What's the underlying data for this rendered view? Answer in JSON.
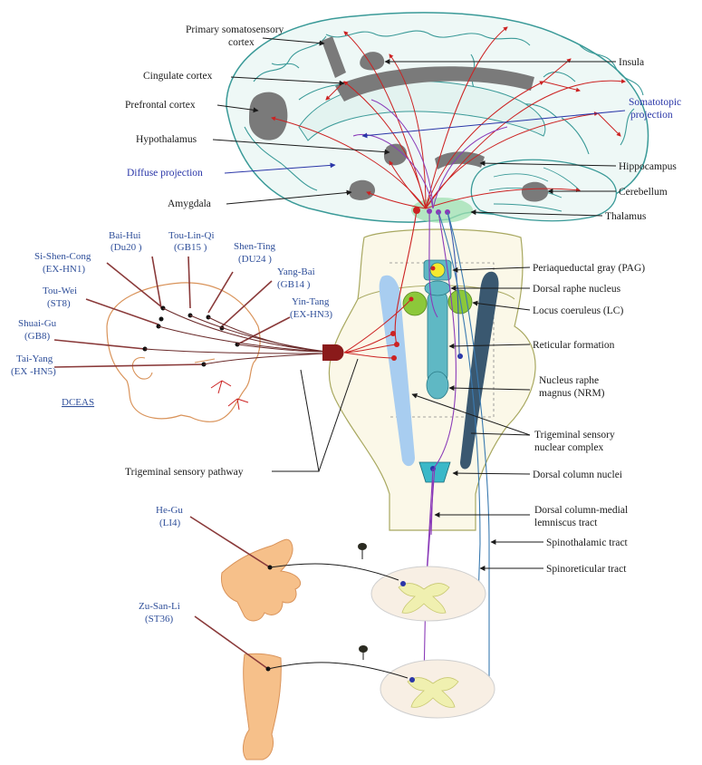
{
  "labels_left": {
    "primary_somatosensory_1": "Primary somatosensory",
    "primary_somatosensory_2": "cortex",
    "cingulate_cortex": "Cingulate cortex",
    "prefrontal_cortex": "Prefrontal cortex",
    "hypothalamus": "Hypothalamus",
    "diffuse_projection": "Diffuse projection",
    "amygdala": "Amygdala",
    "trigeminal_sensory_pathway": "Trigeminal sensory pathway"
  },
  "labels_right": {
    "insula": "Insula",
    "somatotopic_projection_1": "Somatotopic",
    "somatotopic_projection_2": "projection",
    "hippocampus": "Hippocampus",
    "cerebellum": "Cerebellum",
    "thalamus": "Thalamus",
    "pag": "Periaqueductal gray (PAG)",
    "dorsal_raphe": "Dorsal raphe nucleus",
    "locus_coeruleus": "Locus coeruleus (LC)",
    "reticular_formation": "Reticular formation",
    "nrm_1": "Nucleus raphe",
    "nrm_2": "magnus (NRM)",
    "trigeminal_complex_1": "Trigeminal sensory",
    "trigeminal_complex_2": "nuclear complex",
    "dorsal_column_nuclei": "Dorsal column nuclei",
    "dcml_1": "Dorsal column-medial",
    "dcml_2": "lemniscus tract",
    "spinothalamic": "Spinothalamic tract",
    "spinoreticular": "Spinoreticular tract"
  },
  "acupoints": {
    "bai_hui": [
      "Bai-Hui",
      "(Du20 )"
    ],
    "tou_lin_qi": [
      "Tou-Lin-Qi",
      "(GB15 )"
    ],
    "shen_ting": [
      "Shen-Ting",
      "(DU24 )"
    ],
    "si_shen_cong": [
      "Si-Shen-Cong",
      "(EX-HN1)"
    ],
    "yang_bai": [
      "Yang-Bai",
      "(GB14 )"
    ],
    "tou_wei": [
      "Tou-Wei",
      "(ST8)"
    ],
    "yin_tang": [
      "Yin-Tang",
      "(EX-HN3)"
    ],
    "shuai_gu": [
      "Shuai-Gu",
      "(GB8)"
    ],
    "tai_yang": [
      "Tai-Yang",
      "(EX -HN5)"
    ],
    "he_gu": [
      "He-Gu",
      "(LI4)"
    ],
    "zu_san_li": [
      "Zu-San-Li",
      "(ST36)"
    ]
  },
  "dceas": "DCEAS",
  "colors": {
    "brain_outline": "#3a9a98",
    "brain_fill": "#eef8f6",
    "cortex_region": "#7a7a7a",
    "pathway_red": "#cc2222",
    "pathway_purple": "#8a3ab8",
    "pathway_blue": "#3a5ab0",
    "brainstem_fill": "#fbf8e8",
    "brainstem_outline": "#a8a860",
    "nucleus_teal": "#5fb8c4",
    "lc_green": "#8cc83a",
    "pag_yellow": "#f4ea30",
    "trigeminal_lightblue": "#a8cdf0",
    "dark_column": "#3a5870",
    "skin": "#f6c08a",
    "spinal_grey": "#f0f0b0",
    "label_blue": "#2a36a8",
    "acupoint_blue": "#2f4f9a"
  }
}
